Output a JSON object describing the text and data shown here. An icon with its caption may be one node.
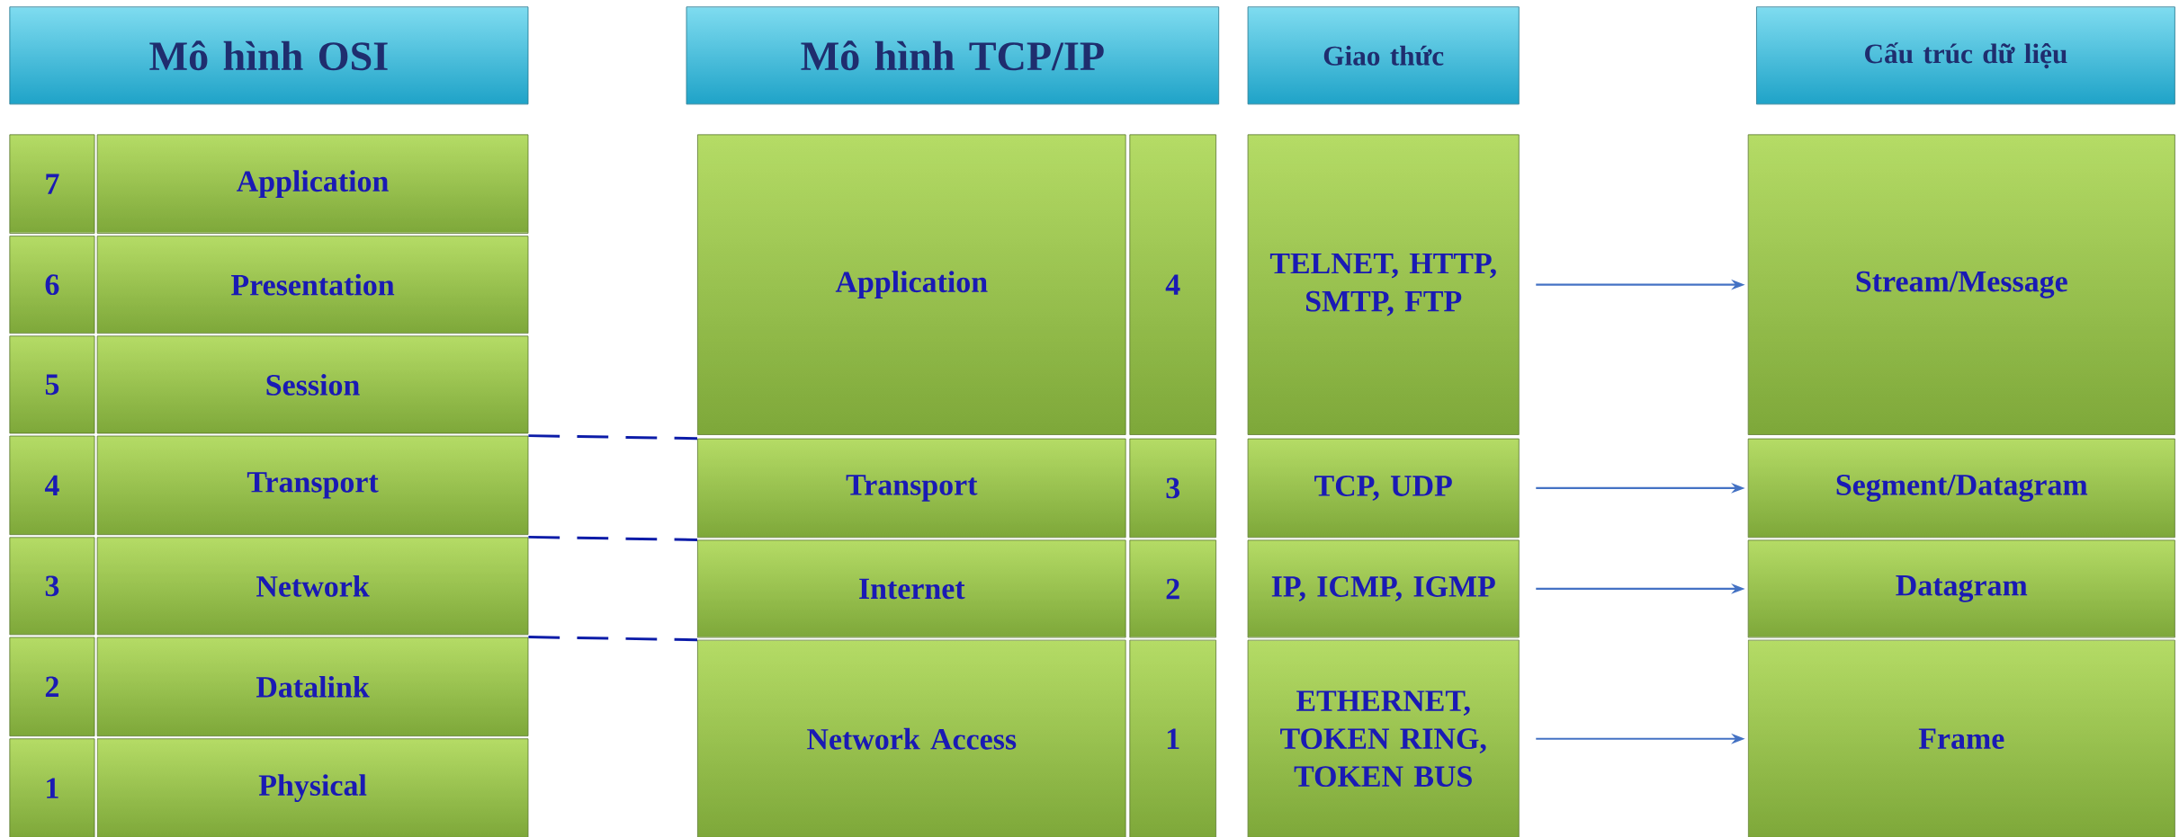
{
  "diagram": {
    "nodes": [
      {
        "text": [
          "Mô hình OSI"
        ]
      },
      {
        "text": [
          "Mô hình TCP/IP"
        ]
      },
      {
        "text": [
          "Giao thức"
        ]
      },
      {
        "text": [
          "Cấu trúc dữ liệu"
        ]
      },
      {
        "text": [
          "7"
        ]
      },
      {
        "text": [
          "Application"
        ]
      },
      {
        "text": [
          "6"
        ]
      },
      {
        "text": [
          "Presentation"
        ]
      },
      {
        "text": [
          "5"
        ]
      },
      {
        "text": [
          "Session"
        ]
      },
      {
        "text": [
          "4"
        ]
      },
      {
        "text": [
          "Transport"
        ]
      },
      {
        "text": [
          "3"
        ]
      },
      {
        "text": [
          "Network"
        ]
      },
      {
        "text": [
          "2"
        ]
      },
      {
        "text": [
          "Datalink"
        ]
      },
      {
        "text": [
          "1"
        ]
      },
      {
        "text": [
          "Physical"
        ]
      },
      {
        "text": [
          "Application"
        ]
      },
      {
        "text": [
          "4"
        ]
      },
      {
        "text": [
          "Transport"
        ]
      },
      {
        "text": [
          "3"
        ]
      },
      {
        "text": [
          "Internet"
        ]
      },
      {
        "text": [
          "2"
        ]
      },
      {
        "text": [
          "Network Access"
        ]
      },
      {
        "text": [
          "1"
        ]
      },
      {
        "text": [
          "TELNET, HTTP, SMTP, FTP"
        ]
      },
      {
        "text": [
          "TCP, UDP"
        ]
      },
      {
        "text": [
          "IP, ICMP, IGMP"
        ]
      },
      {
        "text": [
          "ETHERNET, TOKEN RING, TOKEN BUS"
        ]
      },
      {
        "text": [
          "Stream/Message"
        ]
      },
      {
        "text": [
          "Segment/Datagram"
        ]
      },
      {
        "text": [
          "Datagram"
        ]
      },
      {
        "text": [
          "Frame"
        ]
      }
    ],
    "edges": [
      {
        "from": 11,
        "to": 20,
        "arrow": "none",
        "style": "dashed",
        "color": "#0c1ca8"
      },
      {
        "from": 13,
        "to": 22,
        "arrow": "none",
        "style": "dashed",
        "color": "#0c1ca8"
      },
      {
        "from": 15,
        "to": 24,
        "arrow": "none",
        "style": "dashed",
        "color": "#0c1ca8"
      },
      {
        "from": 26,
        "to": 30,
        "arrow": "to"
      },
      {
        "from": 27,
        "to": 31,
        "arrow": "to"
      },
      {
        "from": 28,
        "to": 32,
        "arrow": "to"
      },
      {
        "from": 29,
        "to": 33,
        "arrow": "to"
      }
    ]
  }
}
